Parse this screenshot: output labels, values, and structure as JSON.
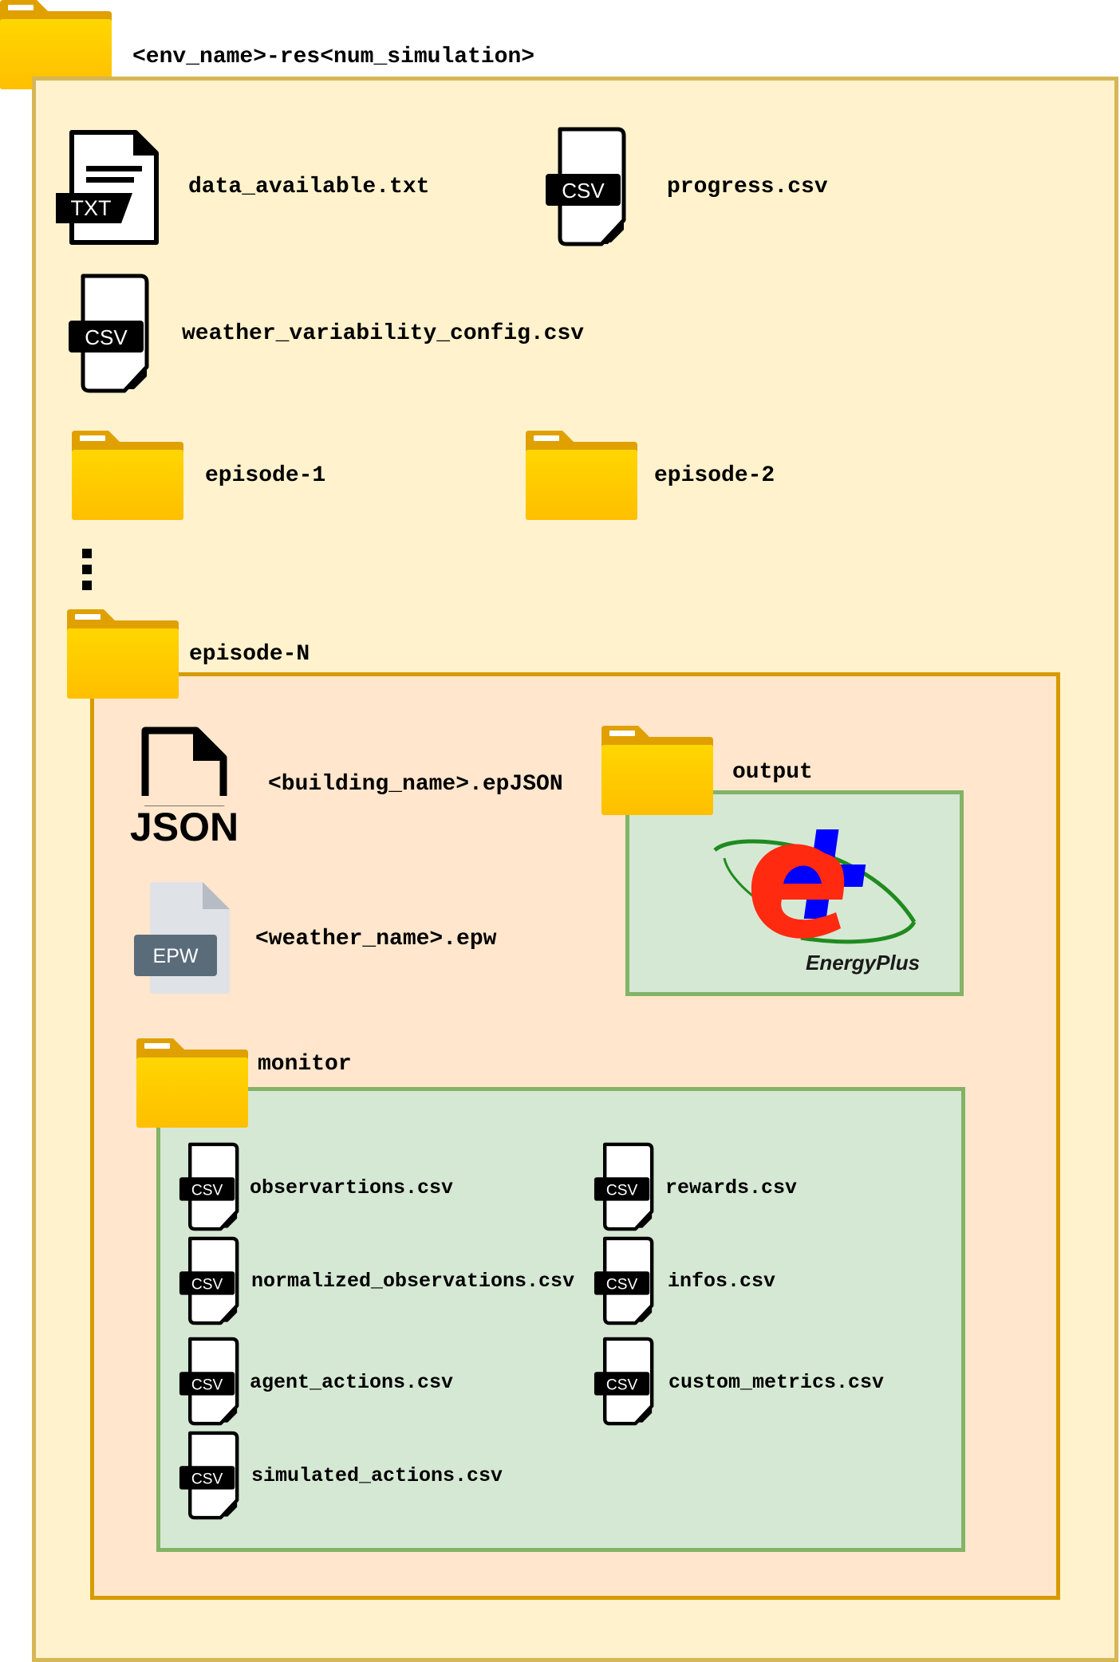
{
  "root": {
    "label": "<env_name>-res<num_simulation>"
  },
  "root_files": [
    {
      "name": "data_available.txt",
      "badge": "TXT"
    },
    {
      "name": "progress.csv",
      "badge": "CSV"
    },
    {
      "name": "weather_variability_config.csv",
      "badge": "CSV"
    }
  ],
  "episodes": {
    "first": "episode-1",
    "second": "episode-2",
    "last": "episode-N"
  },
  "episode_files": {
    "building": {
      "name": "<building_name>.epJSON",
      "badge": "JSON"
    },
    "weather": {
      "name": "<weather_name>.epw",
      "badge": "EPW"
    }
  },
  "output": {
    "label": "output",
    "logo_text": "EnergyPlus"
  },
  "monitor": {
    "label": "monitor",
    "badge": "CSV",
    "files": [
      "observartions.csv",
      "rewards.csv",
      "normalized_observations.csv",
      "infos.csv",
      "agent_actions.csv",
      "custom_metrics.csv",
      "simulated_actions.csv"
    ]
  },
  "colors": {
    "root_fill": "#fff2cc",
    "root_stroke": "#d6b656",
    "episode_fill": "#ffe6cc",
    "episode_stroke": "#d79b00",
    "green_fill": "#d5e8d4",
    "green_stroke": "#82b366",
    "folder_yellow": "#ffd000",
    "folder_tab": "#e0a800"
  }
}
